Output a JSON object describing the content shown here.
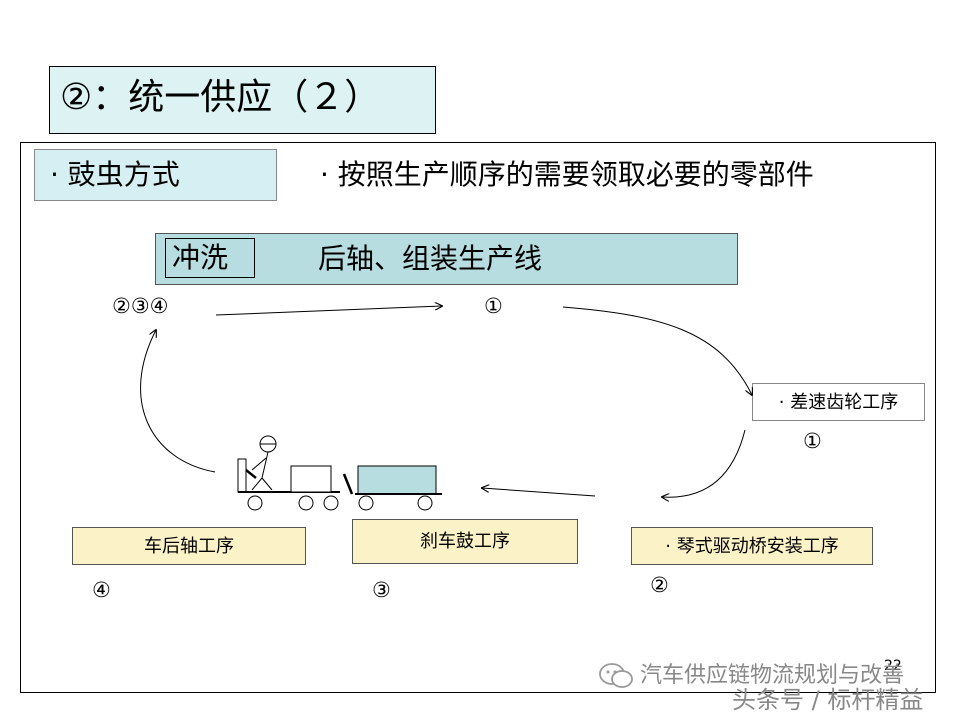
{
  "slide": {
    "title": "②：统一供应（２）",
    "method_label": "· 豉虫方式",
    "description": "· 按照生产顺序的需要领取必要的零部件",
    "wash_label": "冲洗",
    "line_label": "后轴、组装生产线",
    "page_number": "22"
  },
  "stations": {
    "rear_axle": "车后轴工序",
    "brake_drum": "刹车鼓工序",
    "leaf_bridge": "· 琴式驱动桥安装工序",
    "diff_gear": "· 差速齿轮工序"
  },
  "markers": {
    "top_left": "②③④",
    "top_center": "①",
    "gear": "①",
    "bridge": "②",
    "drum": "③",
    "axle": "④"
  },
  "watermark": {
    "line1": "汽车供应链物流规划与改善",
    "line2": "头条号 / 标杆精益"
  }
}
